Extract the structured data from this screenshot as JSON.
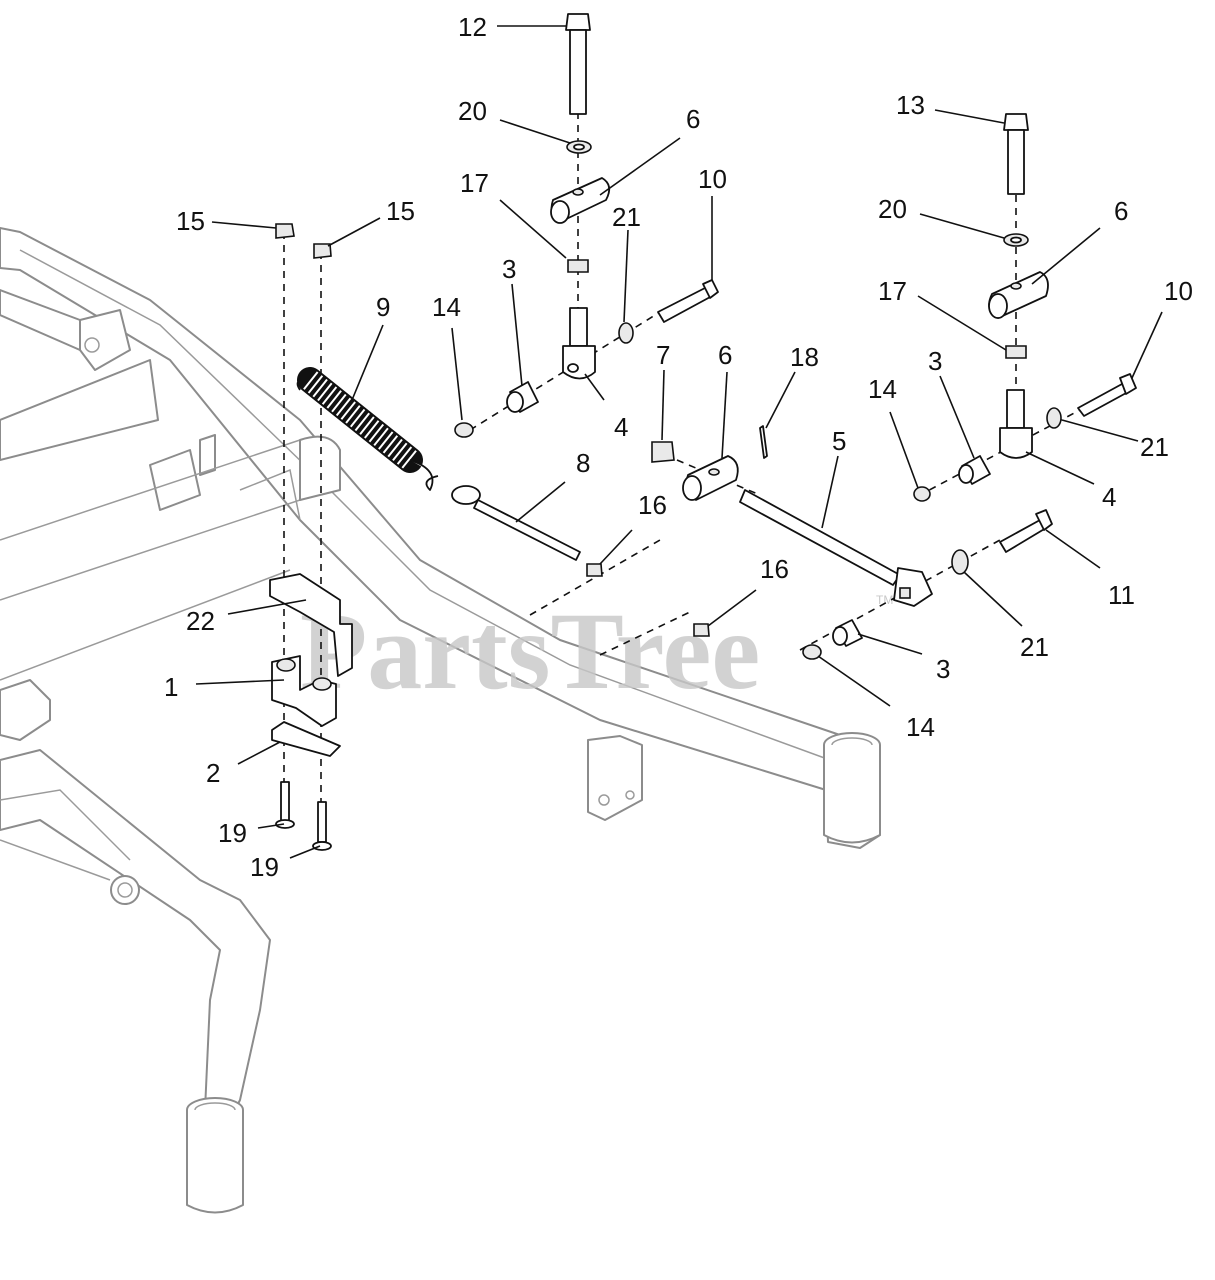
{
  "watermark": {
    "text": "PartsTree",
    "trademark": "TM"
  },
  "callouts": [
    {
      "id": "c12",
      "label": "12"
    },
    {
      "id": "c20a",
      "label": "20"
    },
    {
      "id": "c6a",
      "label": "6"
    },
    {
      "id": "c17a",
      "label": "17"
    },
    {
      "id": "c21a",
      "label": "21"
    },
    {
      "id": "c10a",
      "label": "10"
    },
    {
      "id": "c15a",
      "label": "15"
    },
    {
      "id": "c15b",
      "label": "15"
    },
    {
      "id": "c9",
      "label": "9"
    },
    {
      "id": "c14a",
      "label": "14"
    },
    {
      "id": "c3a",
      "label": "3"
    },
    {
      "id": "c4a",
      "label": "4"
    },
    {
      "id": "c7",
      "label": "7"
    },
    {
      "id": "c6b",
      "label": "6"
    },
    {
      "id": "c18",
      "label": "18"
    },
    {
      "id": "c5",
      "label": "5"
    },
    {
      "id": "c8",
      "label": "8"
    },
    {
      "id": "c16a",
      "label": "16"
    },
    {
      "id": "c16b",
      "label": "16"
    },
    {
      "id": "c13",
      "label": "13"
    },
    {
      "id": "c20b",
      "label": "20"
    },
    {
      "id": "c6c",
      "label": "6"
    },
    {
      "id": "c17b",
      "label": "17"
    },
    {
      "id": "c10b",
      "label": "10"
    },
    {
      "id": "c3b",
      "label": "3"
    },
    {
      "id": "c14b",
      "label": "14"
    },
    {
      "id": "c21b",
      "label": "21"
    },
    {
      "id": "c4b",
      "label": "4"
    },
    {
      "id": "c11",
      "label": "11"
    },
    {
      "id": "c21c",
      "label": "21"
    },
    {
      "id": "c3c",
      "label": "3"
    },
    {
      "id": "c14c",
      "label": "14"
    },
    {
      "id": "c22",
      "label": "22"
    },
    {
      "id": "c1",
      "label": "1"
    },
    {
      "id": "c2",
      "label": "2"
    },
    {
      "id": "c19a",
      "label": "19"
    },
    {
      "id": "c19b",
      "label": "19"
    }
  ]
}
